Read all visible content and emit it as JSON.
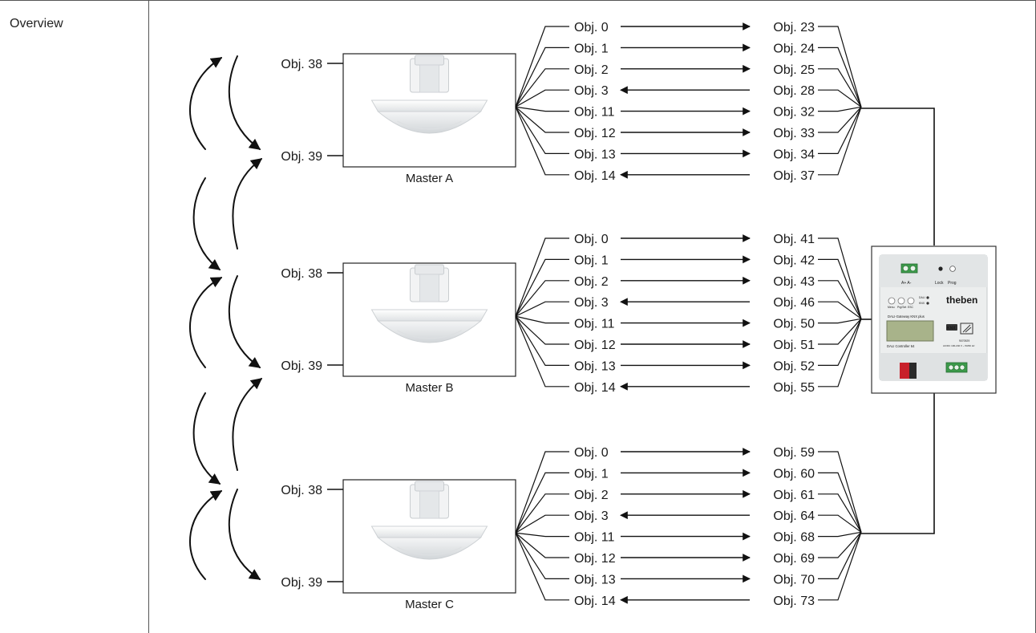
{
  "section": {
    "label": "Overview"
  },
  "master_link": {
    "top": "Obj. 38",
    "bottom": "Obj. 39"
  },
  "masters": [
    {
      "name": "Master A",
      "rows": [
        {
          "left": "Obj. 0",
          "right": "Obj. 23",
          "direction": "to-gateway"
        },
        {
          "left": "Obj. 1",
          "right": "Obj. 24",
          "direction": "to-gateway"
        },
        {
          "left": "Obj. 2",
          "right": "Obj. 25",
          "direction": "to-gateway"
        },
        {
          "left": "Obj. 3",
          "right": "Obj. 28",
          "direction": "to-master"
        },
        {
          "left": "Obj. 11",
          "right": "Obj. 32",
          "direction": "to-gateway"
        },
        {
          "left": "Obj. 12",
          "right": "Obj. 33",
          "direction": "to-gateway"
        },
        {
          "left": "Obj. 13",
          "right": "Obj. 34",
          "direction": "to-gateway"
        },
        {
          "left": "Obj. 14",
          "right": "Obj. 37",
          "direction": "to-master"
        }
      ]
    },
    {
      "name": "Master B",
      "rows": [
        {
          "left": "Obj. 0",
          "right": "Obj. 41",
          "direction": "to-gateway"
        },
        {
          "left": "Obj. 1",
          "right": "Obj. 42",
          "direction": "to-gateway"
        },
        {
          "left": "Obj. 2",
          "right": "Obj. 43",
          "direction": "to-gateway"
        },
        {
          "left": "Obj. 3",
          "right": "Obj. 46",
          "direction": "to-master"
        },
        {
          "left": "Obj. 11",
          "right": "Obj. 50",
          "direction": "to-gateway"
        },
        {
          "left": "Obj. 12",
          "right": "Obj. 51",
          "direction": "to-gateway"
        },
        {
          "left": "Obj. 13",
          "right": "Obj. 52",
          "direction": "to-gateway"
        },
        {
          "left": "Obj. 14",
          "right": "Obj. 55",
          "direction": "to-master"
        }
      ]
    },
    {
      "name": "Master C",
      "rows": [
        {
          "left": "Obj. 0",
          "right": "Obj. 59",
          "direction": "to-gateway"
        },
        {
          "left": "Obj. 1",
          "right": "Obj. 60",
          "direction": "to-gateway"
        },
        {
          "left": "Obj. 2",
          "right": "Obj. 61",
          "direction": "to-gateway"
        },
        {
          "left": "Obj. 3",
          "right": "Obj. 64",
          "direction": "to-master"
        },
        {
          "left": "Obj. 11",
          "right": "Obj. 68",
          "direction": "to-gateway"
        },
        {
          "left": "Obj. 12",
          "right": "Obj. 69",
          "direction": "to-gateway"
        },
        {
          "left": "Obj. 13",
          "right": "Obj. 70",
          "direction": "to-gateway"
        },
        {
          "left": "Obj. 14",
          "right": "Obj. 73",
          "direction": "to-master"
        }
      ]
    }
  ],
  "gateway": {
    "brand": "theben",
    "model": "DALI-Gateway KNX plus",
    "display": "DALI Controller 64",
    "terminal_labels": "A+ A-",
    "led_labels": [
      "Lock",
      "Prog"
    ],
    "button_labels": [
      "Menu",
      "Prg/Set",
      "ESC"
    ],
    "status_labels": [
      "DALI",
      "KNX"
    ],
    "spec": "AC/DC 100-240 V ~ 50/60 Hz",
    "part_no": "9070929",
    "knx_logo": "KNX",
    "colors": {
      "body": "#eceeee",
      "display": "#a8b38a",
      "brand": "#3a7bbf",
      "terminal_green": "#3c9a4a",
      "terminal_red": "#c8202a"
    }
  }
}
